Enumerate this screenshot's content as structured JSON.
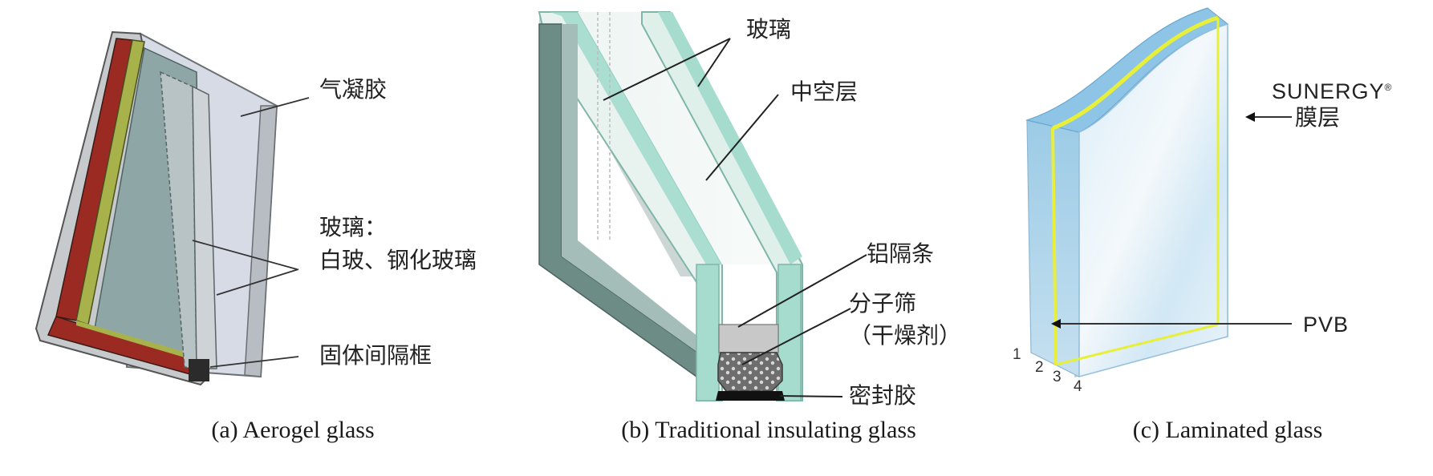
{
  "panels": {
    "a": {
      "caption": "(a) Aerogel glass",
      "labels": {
        "aerogel": "气凝胶",
        "glass_title": "玻璃：",
        "glass_types": "白玻、钢化玻璃",
        "spacer": "固体间隔框"
      },
      "colors": {
        "glass": "#c8d2d4",
        "edge_red": "#9b2a22",
        "edge_olive": "#a8b24a",
        "aerogel_panel": "#8fa6a6"
      }
    },
    "b": {
      "caption": "(b) Traditional insulating glass",
      "labels": {
        "glass": "玻璃",
        "cavity": "中空层",
        "aluminum_spacer": "铝隔条",
        "molecular_sieve": "分子筛",
        "desiccant": "（干燥剂）",
        "sealant": "密封胶"
      },
      "colors": {
        "glass_edge": "#9ad8c8",
        "frame": "#6d8c86",
        "sieve": "#707070",
        "sealant": "#111111"
      }
    },
    "c": {
      "caption": "(c) Laminated glass",
      "labels": {
        "brand": "SUNERGY",
        "brand_mark": "®",
        "film_layer": "膜层",
        "pvb": "PVB",
        "layer_numbers": [
          "1",
          "2",
          "3",
          "4"
        ]
      },
      "colors": {
        "glass": "#cfe6f4",
        "pvb": "#e8ef3a"
      }
    }
  }
}
